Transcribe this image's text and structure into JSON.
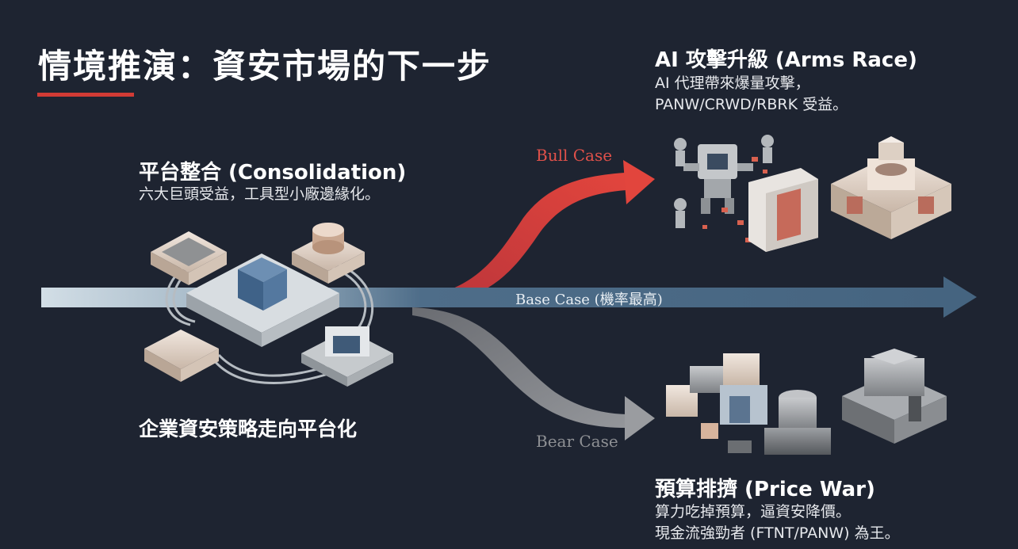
{
  "title": "情境推演：資安市場的下一步",
  "consolidation": {
    "heading": "平台整合 (Consolidation)",
    "desc": "六大巨頭受益，工具型小廠邊緣化。",
    "footer": "企業資安策略走向平台化"
  },
  "arms_race": {
    "heading": "AI 攻擊升級 (Arms Race)",
    "desc_line1": "AI 代理帶來爆量攻擊，",
    "desc_line2": "PANW/CRWD/RBRK 受益。"
  },
  "price_war": {
    "heading": "預算排擠 (Price War)",
    "desc_line1": "算力吃掉預算，逼資安降價。",
    "desc_line2": "現金流強勁者 (FTNT/PANW) 為王。"
  },
  "cases": {
    "bull": "Bull Case",
    "base": "Base Case (機率最高)",
    "bear": "Bear Case"
  },
  "colors": {
    "background": "#1e2431",
    "accent_red": "#d23b35",
    "base_arrow": "#4b6a86",
    "base_arrow_light": "#c9d6df",
    "bear_arrow": "#8e9094",
    "bull_label": "#e0514a",
    "bear_label": "#8e9094"
  },
  "icons": [
    "platform-hub-icon",
    "robot-swarm-icon",
    "fortress-icon",
    "cube-stack-icon",
    "bunker-icon"
  ]
}
